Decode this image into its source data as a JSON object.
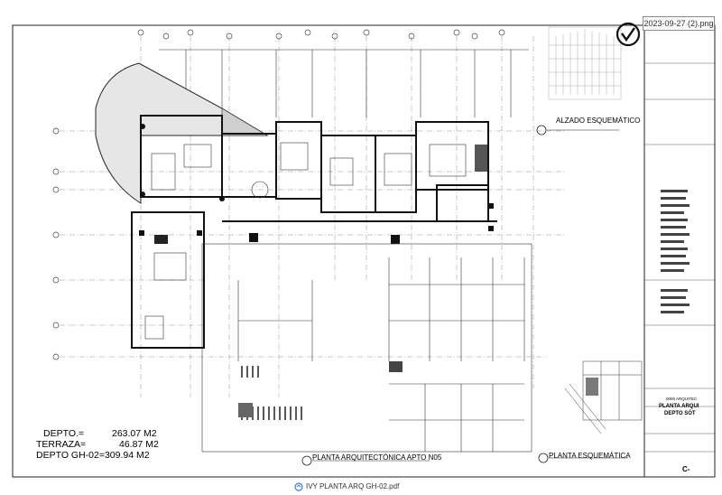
{
  "viewer": {
    "tab_label": "2023-09-27 (2).png",
    "file_name": "IVY PLANTA ARQ GH-02.pdf"
  },
  "plan": {
    "labels": {
      "elevation": "ALZADO ESQUEMÁTICO",
      "floor_plan": "PLANTA ARQUITECTÓNICA APTO N05",
      "schematic_plan": "PLANTA ESQUEMÁTICA"
    },
    "areas": [
      {
        "label": "DEPTO.=",
        "value": "263.07 M2"
      },
      {
        "label": "TERRAZA=",
        "value": "46.87 M2"
      },
      {
        "label": "DEPTO GH-02=",
        "value": "309.94 M2"
      }
    ]
  },
  "title_block": {
    "office": "0000 ARQUITEC",
    "sheet_title_1": "PLANTA ARQUI",
    "sheet_title_2": "DEPTO SÓT",
    "sheet_code": "C-"
  },
  "icons": {
    "check": "check-circle-icon",
    "file": "pdf-file-icon"
  }
}
